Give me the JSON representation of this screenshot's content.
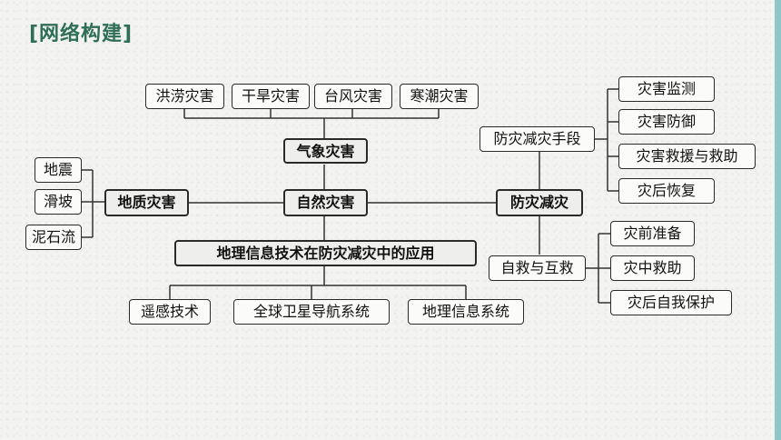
{
  "header": {
    "title": "[网络构建]"
  },
  "diagram": {
    "center": "自然灾害",
    "meteorological": {
      "label": "气象灾害",
      "items": [
        "洪涝灾害",
        "干旱灾害",
        "台风灾害",
        "寒潮灾害"
      ]
    },
    "geological": {
      "label": "地质灾害",
      "items": [
        "地震",
        "滑坡",
        "泥石流"
      ]
    },
    "gis_application": {
      "label": "地理信息技术在防灾减灾中的应用",
      "items": [
        "遥感技术",
        "全球卫星导航系统",
        "地理信息系统"
      ]
    },
    "prevention": {
      "label": "防灾减灾",
      "means": {
        "label": "防灾减灾手段",
        "items": [
          "灾害监测",
          "灾害防御",
          "灾害救援与救助",
          "灾后恢复"
        ]
      },
      "self_rescue": {
        "label": "自救与互救",
        "items": [
          "灾前准备",
          "灾中救助",
          "灾后自我保护"
        ]
      }
    }
  }
}
